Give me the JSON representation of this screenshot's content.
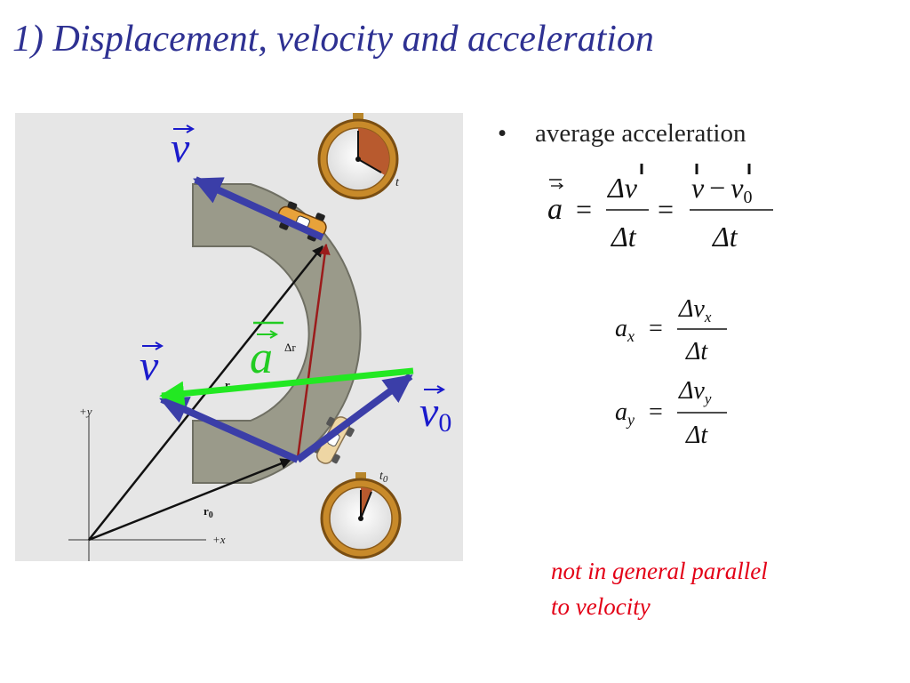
{
  "title": "1) Displacement, velocity and acceleration",
  "bullet": {
    "marker": "•",
    "text": "average acceleration"
  },
  "figure": {
    "label_v_top": "v",
    "label_v_left": "v",
    "label_v0": "v",
    "label_v0_sub": "0",
    "label_a": "a",
    "label_r": "r",
    "label_delta_r": "Δr",
    "label_r0": "r",
    "label_r0_sub": "0",
    "axis_y": "+y",
    "axis_x": "+x",
    "clock_top_label": "t",
    "clock_bottom_label": "t",
    "clock_bottom_label_sub": "0",
    "colors": {
      "velocity": "#3b3ea8",
      "acceleration": "#22e822",
      "displacement": "#9b1b1b",
      "position": "#111111",
      "road": "#9a9a8a",
      "label_blue": "#1a1acc"
    }
  },
  "equations": {
    "main": {
      "lhs": "a",
      "eq": "=",
      "num1": "Δv",
      "den1": "Δt",
      "eq2": "=",
      "num2_a": "v",
      "minus": "−",
      "num2_b": "v",
      "num2_sub": "0",
      "den2": "Δt"
    },
    "ax": {
      "lhs": "a",
      "lhs_sub": "x",
      "eq": "=",
      "num": "Δv",
      "num_sub": "x",
      "den": "Δt"
    },
    "ay": {
      "lhs": "a",
      "lhs_sub": "y",
      "eq": "=",
      "num": "Δv",
      "num_sub": "y",
      "den": "Δt"
    }
  },
  "note": {
    "line1": "not in general parallel",
    "line2": "to velocity"
  }
}
